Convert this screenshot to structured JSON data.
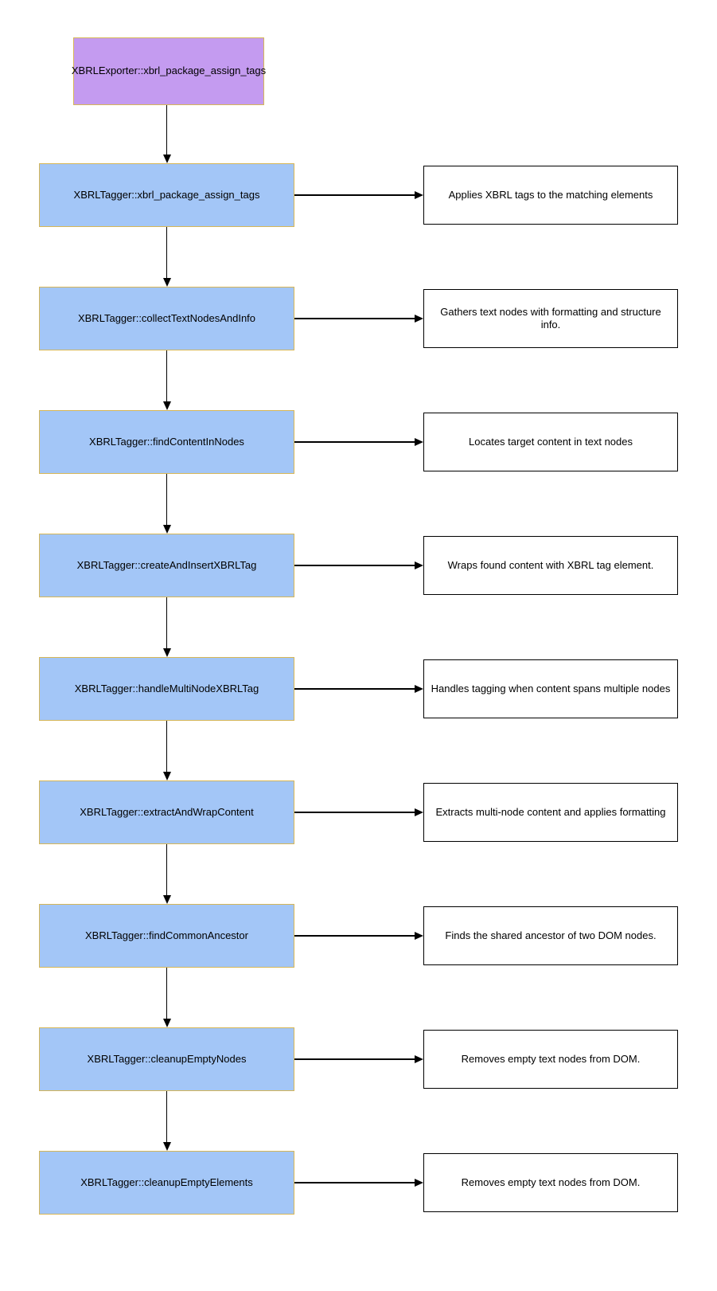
{
  "diagram": {
    "start_node": {
      "label": "XBRLExporter::xbrl_package_assign_tags"
    },
    "colors": {
      "start_fill": "#C49BF0",
      "step_fill": "#A3C6F7",
      "node_border": "#D6B656",
      "desc_fill": "#FFFFFF",
      "desc_border": "#000000",
      "arrow": "#000000",
      "text": "#000000",
      "background": "#FFFFFF"
    },
    "steps": [
      {
        "label": "XBRLTagger::xbrl_package_assign_tags",
        "description": "Applies XBRL tags to the matching elements"
      },
      {
        "label": "XBRLTagger::collectTextNodesAndInfo",
        "description": "Gathers text nodes with formatting and structure info."
      },
      {
        "label": "XBRLTagger::findContentInNodes",
        "description": "Locates target content in text nodes"
      },
      {
        "label": "XBRLTagger::createAndInsertXBRLTag",
        "description": "Wraps found content with XBRL tag element."
      },
      {
        "label": "XBRLTagger::handleMultiNodeXBRLTag",
        "description": "Handles tagging when content spans multiple nodes"
      },
      {
        "label": "XBRLTagger::extractAndWrapContent",
        "description": "Extracts multi-node content and applies formatting"
      },
      {
        "label": "XBRLTagger::findCommonAncestor",
        "description": "Finds the shared ancestor of two DOM nodes."
      },
      {
        "label": "XBRLTagger::cleanupEmptyNodes",
        "description": "Removes empty text nodes from DOM."
      },
      {
        "label": "XBRLTagger::cleanupEmptyElements",
        "description": "Removes empty text nodes from DOM."
      }
    ]
  }
}
